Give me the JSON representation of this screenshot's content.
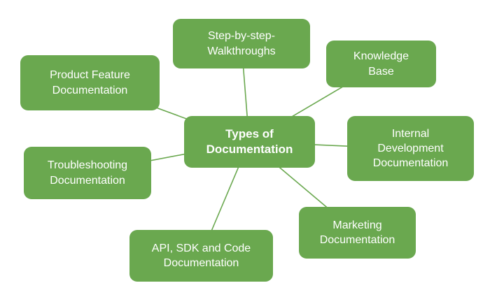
{
  "diagram": {
    "center": {
      "label": "Types of\nDocumentation"
    },
    "nodes": [
      {
        "id": "step-by-step-walkthroughs",
        "label": "Step-by-step-\nWalkthroughs"
      },
      {
        "id": "knowledge-base",
        "label": "Knowledge\nBase"
      },
      {
        "id": "internal-development-documentation",
        "label": "Internal\nDevelopment\nDocumentation"
      },
      {
        "id": "marketing-documentation",
        "label": "Marketing\nDocumentation"
      },
      {
        "id": "api-sdk-code-documentation",
        "label": "API, SDK and Code\nDocumentation"
      },
      {
        "id": "troubleshooting-documentation",
        "label": "Troubleshooting\nDocumentation"
      },
      {
        "id": "product-feature-documentation",
        "label": "Product Feature\nDocumentation"
      }
    ]
  },
  "colors": {
    "node_fill": "#6aa84f",
    "node_text": "#ffffff",
    "connector": "#6aa84f",
    "background": "#ffffff"
  }
}
